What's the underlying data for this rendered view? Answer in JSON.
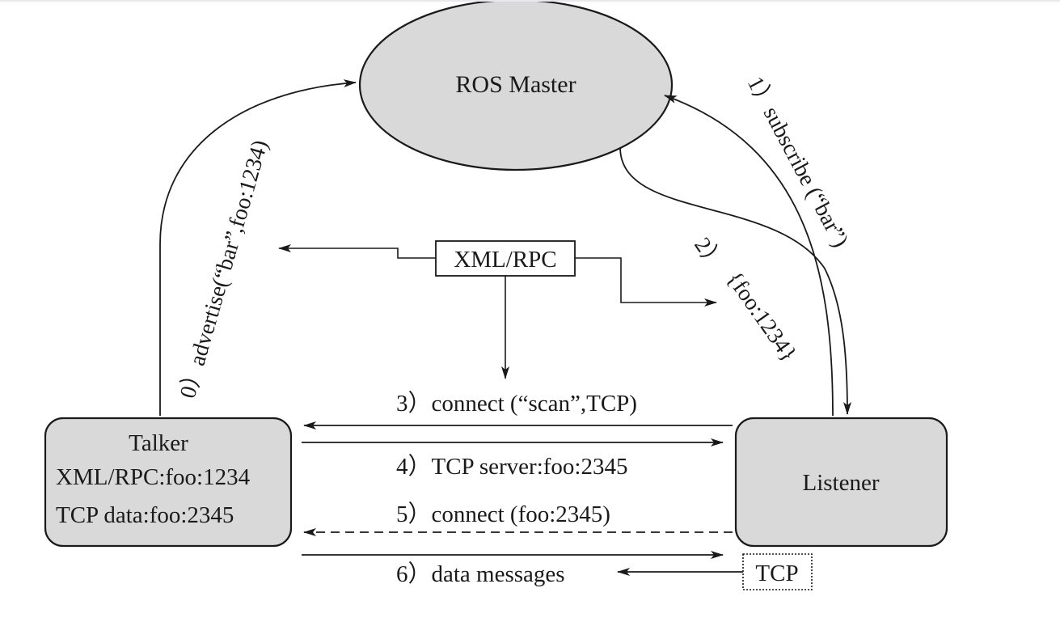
{
  "nodes": {
    "master": {
      "label": "ROS Master"
    },
    "talker": {
      "title": "Talker",
      "line1": "XML/RPC:foo:1234",
      "line2": "TCP data:foo:2345"
    },
    "listener": {
      "label": "Listener"
    },
    "xmlrpc": {
      "label": "XML/RPC"
    },
    "tcp": {
      "label": "TCP"
    }
  },
  "steps": {
    "s0": "0）advertise(“bar”,foo:1234)",
    "s1": "1）subscribe (“bar”)",
    "s2a": "2）",
    "s2b": "{foo:1234}",
    "s3": "3）connect (“scan”,TCP)",
    "s4": "4）TCP server:foo:2345",
    "s5": "5）connect (foo:2345)",
    "s6": "6）data messages"
  },
  "colors": {
    "node_fill": "#d9d9d9",
    "stroke": "#1a1a1a",
    "background": "#ffffff"
  }
}
